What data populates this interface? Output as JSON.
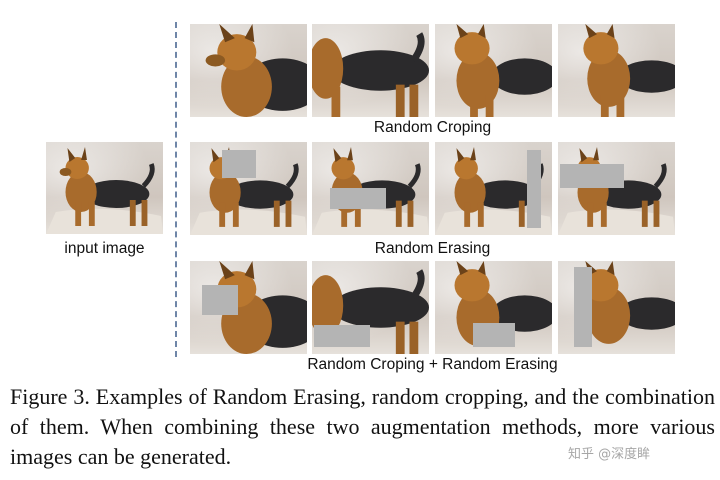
{
  "panel_labels": {
    "input": "input image",
    "cropping": "Random Croping",
    "erasing": "Random Erasing",
    "combined": "Random Croping + Random Erasing"
  },
  "figure_caption": "Figure 3. Examples of Random Erasing, random cropping, and the combination of them.  When combining these two augmentation methods, more various images can be generated.",
  "watermark": "知乎 @深度眸"
}
